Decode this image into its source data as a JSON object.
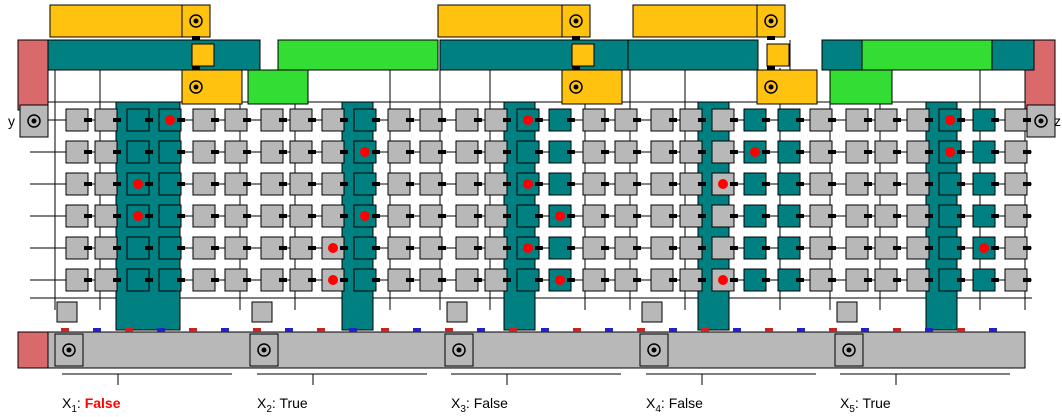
{
  "terminals": {
    "left": "y",
    "right": "z"
  },
  "variables": [
    {
      "name": "X",
      "index": "1",
      "sep": ": ",
      "value": "False",
      "highlight": true
    },
    {
      "name": "X",
      "index": "2",
      "sep": ": ",
      "value": "True",
      "highlight": false
    },
    {
      "name": "X",
      "index": "3",
      "sep": ": ",
      "value": "False",
      "highlight": false
    },
    {
      "name": "X",
      "index": "4",
      "sep": ": ",
      "value": "False",
      "highlight": false
    },
    {
      "name": "X",
      "index": "5",
      "sep": ": ",
      "value": "True",
      "highlight": false
    }
  ],
  "colors": {
    "gray": "#b8b8b8",
    "teal": "#008080",
    "orange": "#ffc20e",
    "green": "#33dd33",
    "salmon": "#d9696b",
    "red_dot": "#ff0000",
    "port_dark": "#000000",
    "port_red": "#cc2222",
    "port_blue": "#2222cc",
    "label_red": "#ff0000"
  },
  "icons": {
    "junction": "circled-dot-icon",
    "token": "red-dot-icon"
  }
}
